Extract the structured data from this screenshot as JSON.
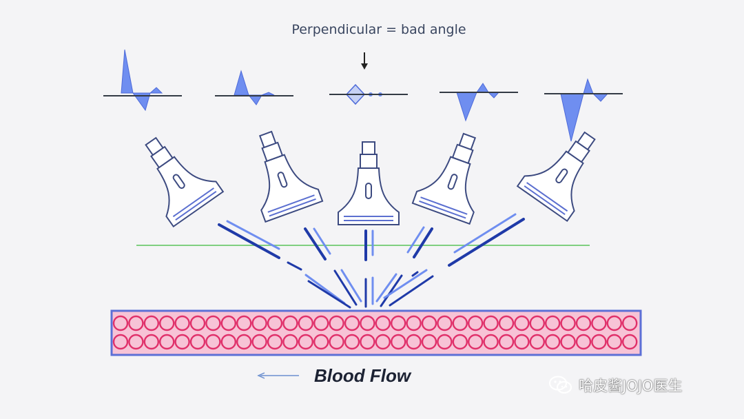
{
  "callout": {
    "text": "Perpendicular = bad angle"
  },
  "flow": {
    "label": "Blood Flow",
    "direction": "left"
  },
  "watermark": {
    "text": "哈皮酱JOJO医生",
    "icon": "wechat-icon"
  },
  "probes": [
    {
      "position": "far-left",
      "angle_deg": -35
    },
    {
      "position": "left",
      "angle_deg": -20
    },
    {
      "position": "center",
      "angle_deg": 0
    },
    {
      "position": "right",
      "angle_deg": 20
    },
    {
      "position": "far-right",
      "angle_deg": 35
    }
  ],
  "colors": {
    "waveform": "#6f8ef0",
    "beam_dark": "#1f3aa8",
    "beam_light": "#6f8ef0",
    "probe_outline": "#3c4a80",
    "vessel_border": "#5c6fd6",
    "blood_cell": "#e0306a",
    "vessel_fill": "#f7c3d6",
    "skin_line": "#7fcf7f",
    "flow_arrow": "#6b8fcf"
  }
}
